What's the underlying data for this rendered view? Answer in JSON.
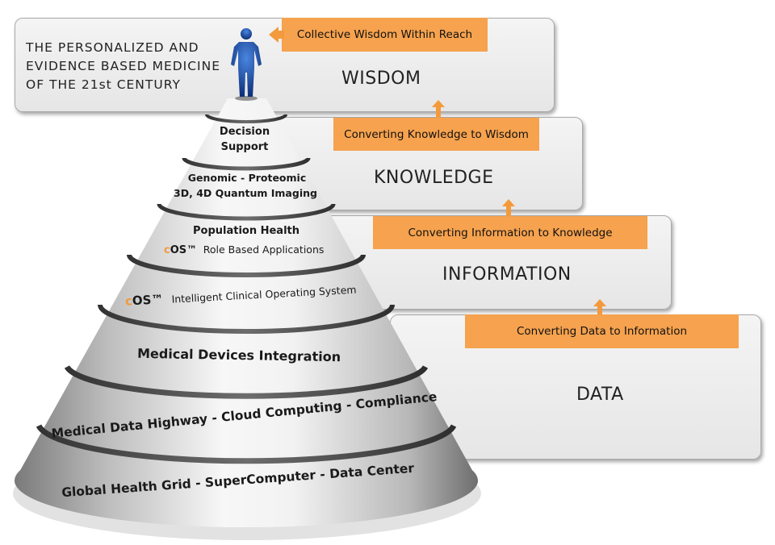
{
  "headline": [
    "THE PERSONALIZED AND",
    "EVIDENCE BASED MEDICINE",
    "OF THE 21st CENTURY"
  ],
  "levels": {
    "wisdom": {
      "title": "WISDOM",
      "tag": "Collective Wisdom Within Reach"
    },
    "knowledge": {
      "title": "KNOWLEDGE",
      "tag": "Converting Knowledge to Wisdom"
    },
    "information": {
      "title": "INFORMATION",
      "tag": "Converting Information to Knowledge"
    },
    "data": {
      "title": "DATA",
      "tag": "Converting Data to Information"
    }
  },
  "pyramid": {
    "decision": [
      "Decision",
      "Support"
    ],
    "genomic": [
      "Genomic - Proteomic",
      "3D, 4D Quantum Imaging"
    ],
    "population": {
      "line1": "Population Health",
      "brand_c": "c",
      "brand_rest": "OS™",
      "line2": "Role Based Applications"
    },
    "cos": {
      "brand_c": "c",
      "brand_rest": "OS™",
      "text": "Intelligent Clinical Operating System"
    },
    "devices": "Medical Devices Integration",
    "highway": "Medical Data Highway - Cloud Computing - Compliance",
    "grid": "Global Health Grid - SuperComputer - Data Center"
  },
  "colors": {
    "accent": "#f6a24e",
    "panel": "#ececec",
    "figure": "#1f4fa6"
  },
  "icons": {
    "figure": "human-figure-icon"
  }
}
